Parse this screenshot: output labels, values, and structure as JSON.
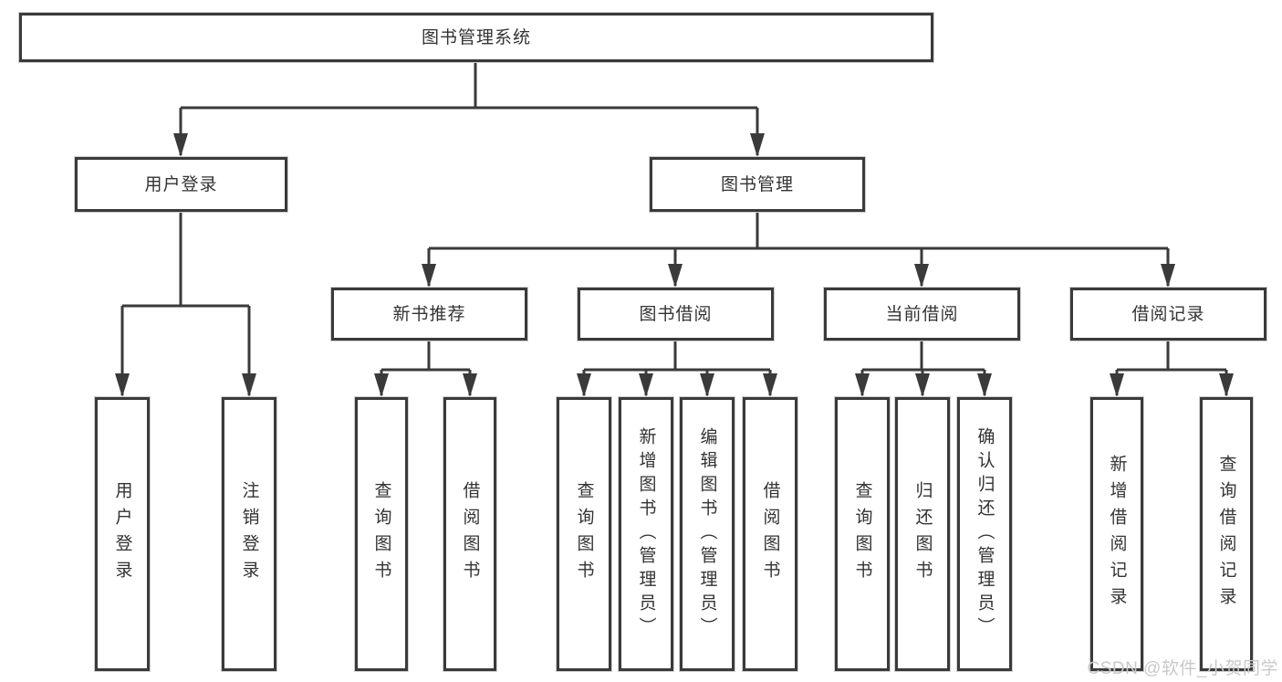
{
  "colors": {
    "line": "#3a3a3a",
    "text": "#333333",
    "watermark": "#c9c9c9",
    "background": "#ffffff"
  },
  "watermark": "CSDN @软件_小贺同学",
  "nodes": {
    "root": "图书管理系统",
    "userLogin": "用户登录",
    "bookMgmt": "图书管理",
    "newBookRec": "新书推荐",
    "bookBorrow": "图书借阅",
    "currentBorrow": "当前借阅",
    "borrowRecords": "借阅记录",
    "userLoginLeaf": "用户登录",
    "logoutLeaf": "注销登录",
    "recQueryBook": "查询图书",
    "recBorrowBook": "借阅图书",
    "bbQueryBook": "查询图书",
    "bbAddBook": "新增图书（管理员）",
    "bbEditBook": "编辑图书（管理员）",
    "bbBorrowBook": "借阅图书",
    "cbQueryBook": "查询图书",
    "cbReturnBook": "归还图书",
    "cbConfirmReturn": "确认归还（管理员）",
    "brAddRecord": "新增借阅记录",
    "brQueryRecord": "查询借阅记录"
  }
}
